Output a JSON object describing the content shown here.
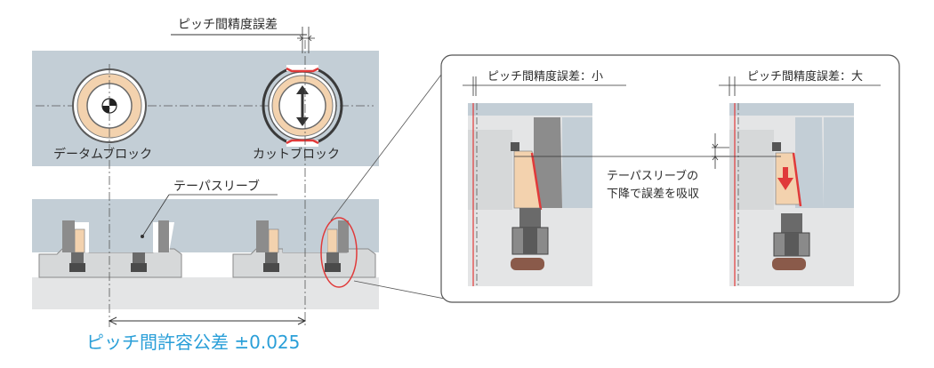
{
  "labels": {
    "pitch_error_top": "ピッチ間精度誤差",
    "datum_block": "データムブロック",
    "cut_block": "カットブロック",
    "taper_sleeve": "テーパスリーブ",
    "tolerance": "ピッチ間許容公差 ±0.025",
    "pitch_error_small": "ピッチ間精度誤差：小",
    "pitch_error_large": "ピッチ間精度誤差：大",
    "absorb_line1": "テーパスリーブの",
    "absorb_line2": "下降で誤差を吸収"
  },
  "colors": {
    "plate": "#c3ced6",
    "plate_edge": "#a9b6bf",
    "base": "#e4e5e6",
    "sleeve": "#f3d2ae",
    "red": "#e03a3a",
    "blue_text": "#2a9fd8",
    "dark": "#4a4a4a",
    "metal": "#8a8a8a"
  }
}
